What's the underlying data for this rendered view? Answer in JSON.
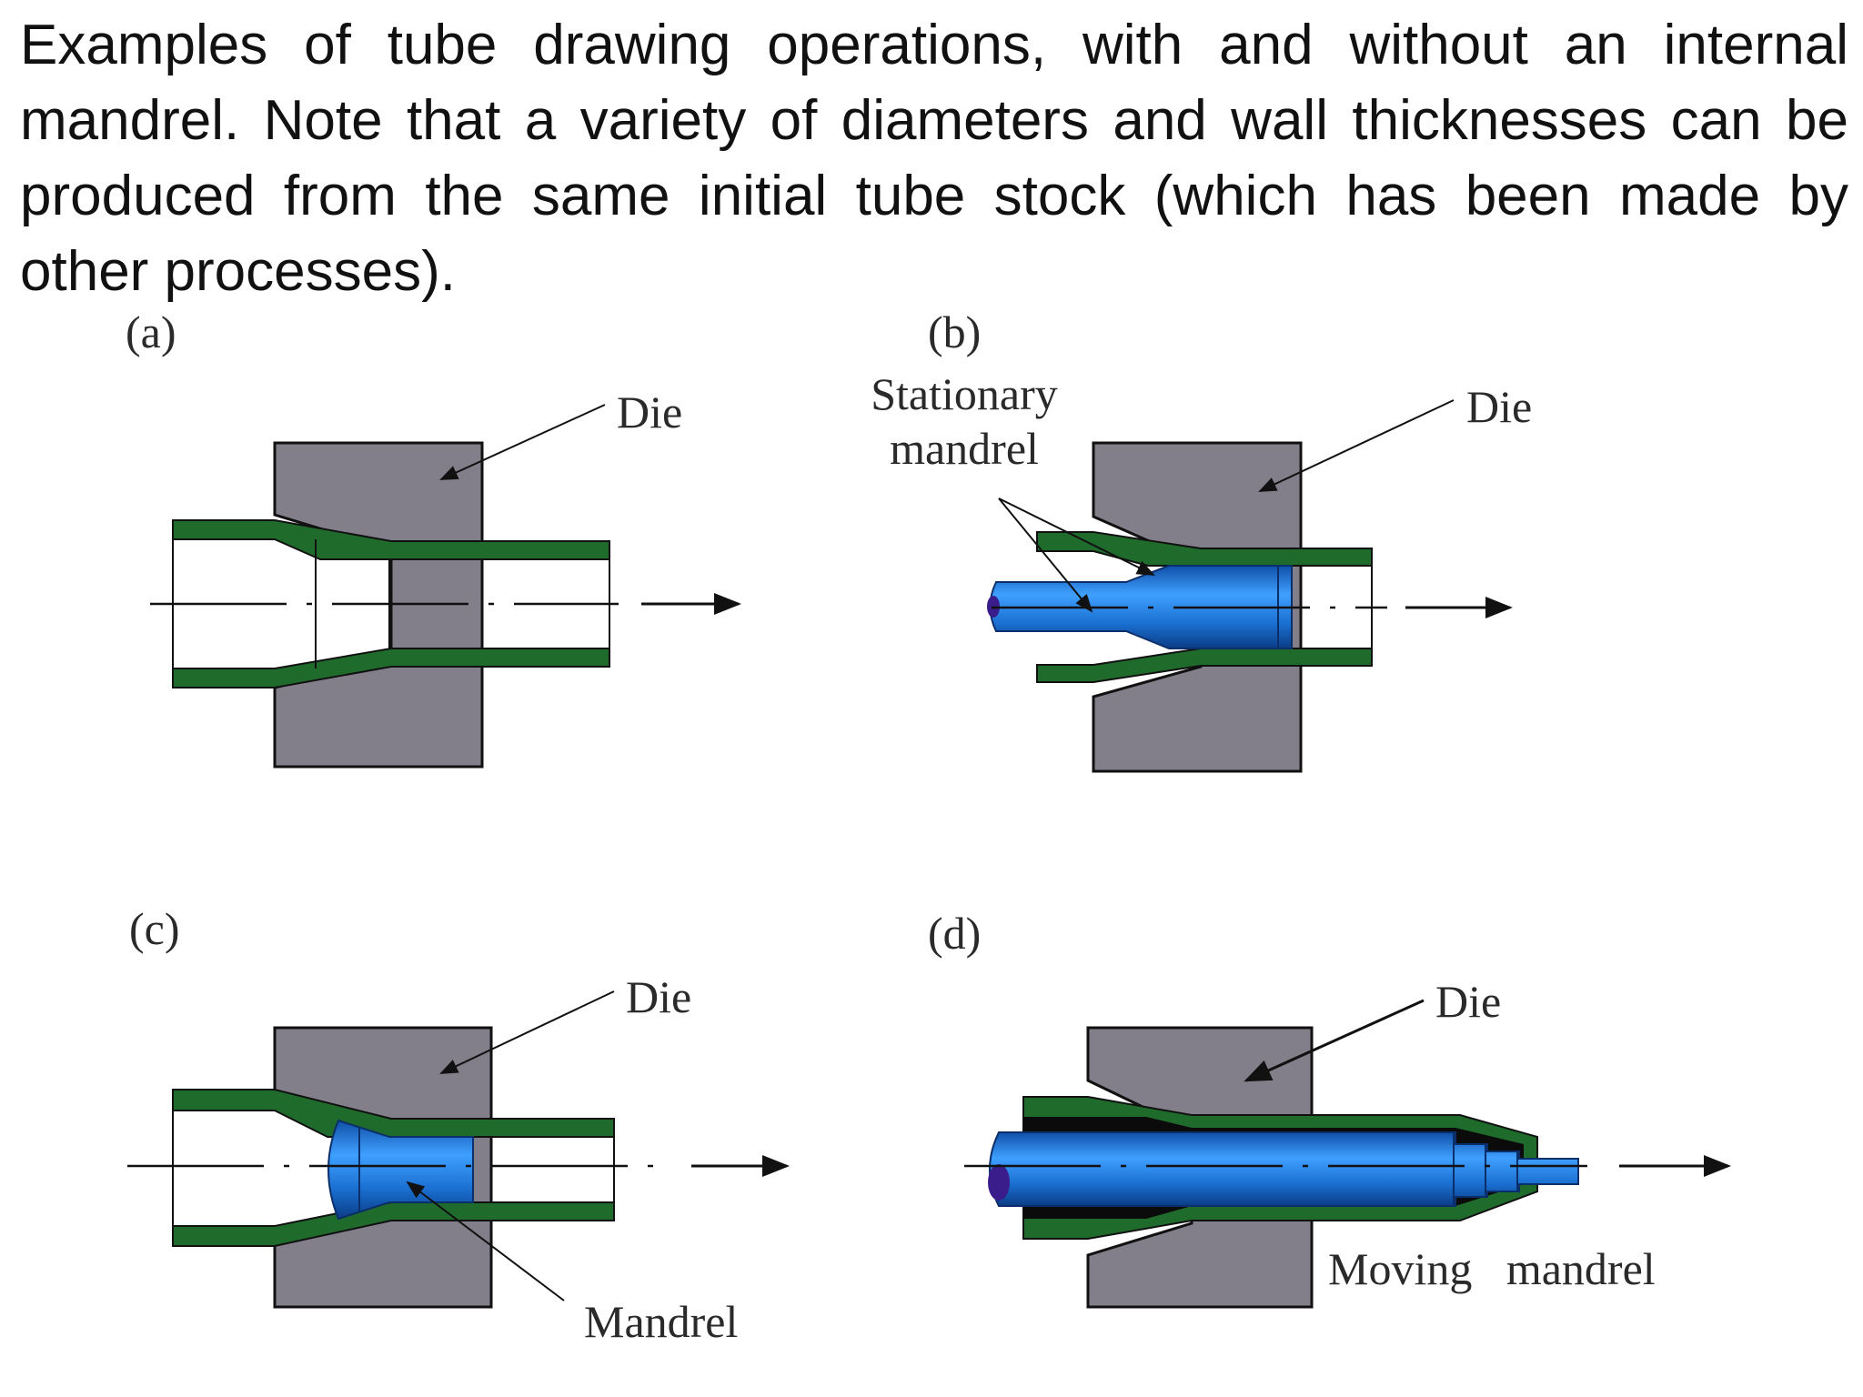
{
  "caption": "Examples of tube drawing operations, with and without an internal mandrel. Note that a variety of diameters and wall thicknesses can be produced from the same initial tube stock (which has been made by other processes).",
  "panels": {
    "a": {
      "tag": "(a)",
      "die_label": "Die"
    },
    "b": {
      "tag": "(b)",
      "die_label": "Die",
      "mandrel_label_line1": "Stationary",
      "mandrel_label_line2": "mandrel"
    },
    "c": {
      "tag": "(c)",
      "die_label": "Die",
      "mandrel_label": "Mandrel"
    },
    "d": {
      "tag": "(d)",
      "die_label": "Die",
      "mandrel_label": "Moving   mandrel"
    }
  },
  "colors": {
    "die": "#827f8a",
    "tube_wall": "#1f6b2c",
    "mandrel": "#1f7ad6",
    "mandrel_dark": "#0d3f8a",
    "outline": "#111111"
  }
}
